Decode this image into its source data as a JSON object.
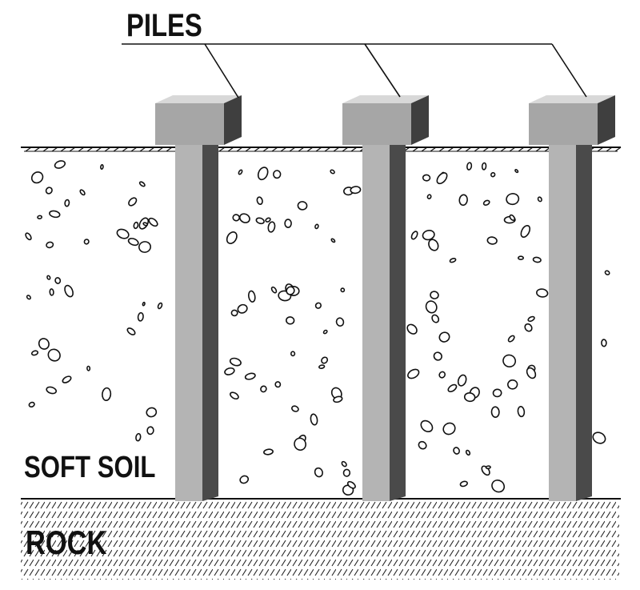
{
  "labels": {
    "piles": "PILES",
    "soft_soil": "SOFT SOIL",
    "rock": "ROCK"
  },
  "piles": [
    {
      "name": "pile-1"
    },
    {
      "name": "pile-2"
    },
    {
      "name": "pile-3"
    }
  ],
  "colors": {
    "ink": "#111111",
    "pile_front": "#b4b4b4",
    "pile_side": "#4a4a4a",
    "cap_top": "#d8d8d8",
    "cap_front": "#a6a6a6",
    "cap_side": "#3f3f3f"
  }
}
